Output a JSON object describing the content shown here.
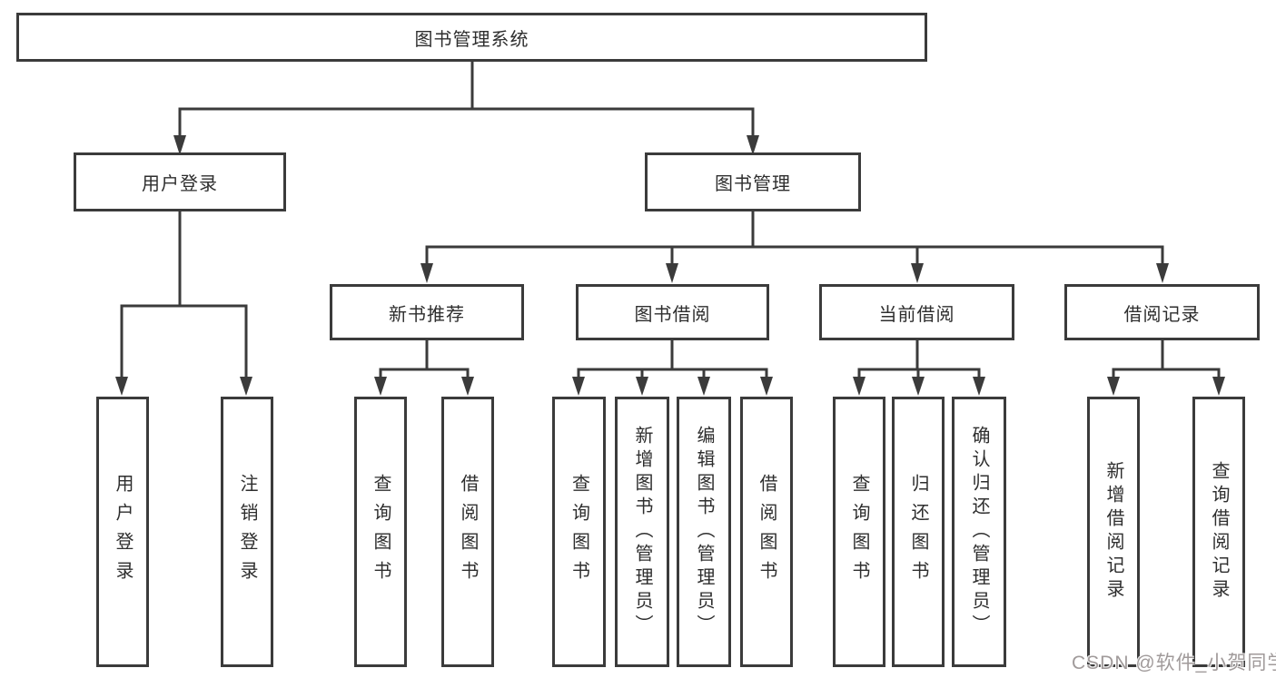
{
  "diagram": {
    "title": "图书管理系统",
    "nodes": {
      "root": "图书管理系统",
      "user_login": "用户登录",
      "book_mgmt": "图书管理",
      "new_books": "新书推荐",
      "book_borrow": "图书借阅",
      "current_borrow": "当前借阅",
      "borrow_records": "借阅记录",
      "ul_leaf1": "用户登录",
      "ul_leaf2": "注销登录",
      "nb_leaf1": "查询图书",
      "nb_leaf2": "借阅图书",
      "bb_leaf1": "查询图书",
      "bb_leaf2": "新增图书（管理员）",
      "bb_leaf3": "编辑图书（管理员）",
      "bb_leaf4": "借阅图书",
      "cb_leaf1": "查询图书",
      "cb_leaf2": "归还图书",
      "cb_leaf3": "确认归还（管理员）",
      "br_leaf1": "新增借阅记录",
      "br_leaf2": "查询借阅记录"
    },
    "watermark": "CSDN @软件_小贺同学",
    "colors": {
      "line": "#3b3b3b",
      "text": "#2e2e2e",
      "background": "#ffffff",
      "watermark": "#a09a9a"
    }
  }
}
